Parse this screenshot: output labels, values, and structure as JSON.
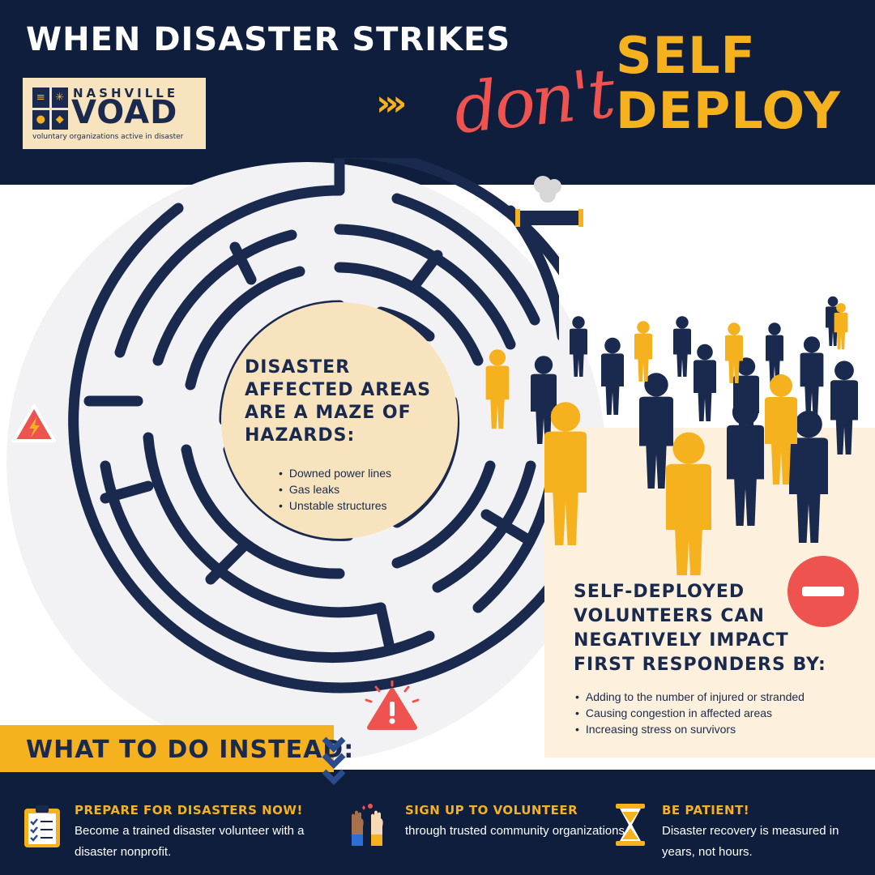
{
  "header": {
    "headline": "WHEN DISASTER STRIKES",
    "dont": "don't",
    "self": "SELF",
    "deploy": "DEPLOY",
    "colors": {
      "navy": "#0f1e3d",
      "yellow": "#f6b21e",
      "red": "#ef5350",
      "cream": "#f7e3be"
    }
  },
  "logo": {
    "name": "NASHVILLE",
    "acronym": "VOAD",
    "tagline": "voluntary organizations active in disaster",
    "icons": [
      "tornado-icon",
      "sun-icon",
      "fire-icon",
      "water-drop-icon"
    ]
  },
  "hazards": {
    "title": "DISASTER\nAFFECTED AREAS\nARE A MAZE OF\nHAZARDS:",
    "items": [
      "Downed power lines",
      "Gas leaks",
      "Unstable structures"
    ],
    "icons": [
      "electric-hazard-icon",
      "broken-pipe-icon",
      "alert-icon"
    ]
  },
  "self_deployed": {
    "title": "SELF-DEPLOYED\nVOLUNTEERS CAN\nNEGATIVELY IMPACT\nFIRST RESPONDERS BY:",
    "items": [
      "Adding to the number of injured or stranded",
      "Causing congestion in affected areas",
      "Increasing stress on survivors"
    ],
    "icon": "minus-circle-icon"
  },
  "instead": {
    "title": "WHAT TO DO INSTEAD:",
    "tips": [
      {
        "icon": "clipboard-checklist-icon",
        "title": "PREPARE FOR DISASTERS NOW!",
        "body": "Become a trained disaster volunteer with a disaster nonprofit."
      },
      {
        "icon": "raised-hands-icon",
        "title": "SIGN UP TO VOLUNTEER",
        "body": "through trusted community organizations."
      },
      {
        "icon": "hourglass-icon",
        "title": "BE PATIENT!",
        "body": "Disaster recovery is measured in years, not hours."
      }
    ]
  }
}
